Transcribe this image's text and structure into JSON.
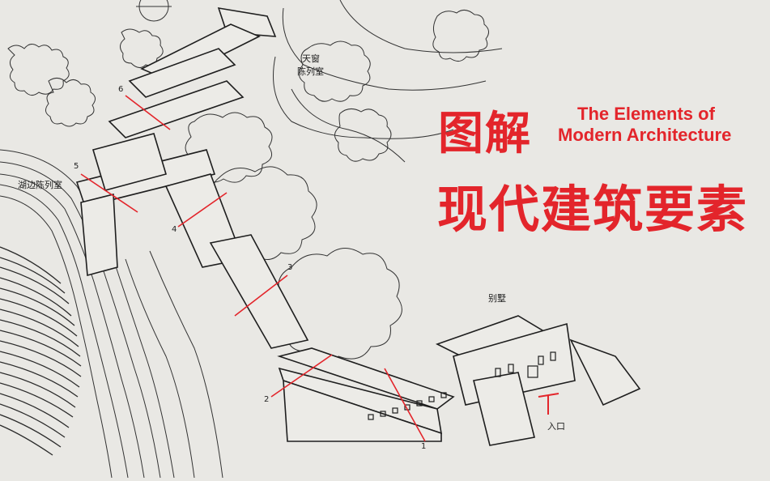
{
  "cover": {
    "title_cn_line1": "图解",
    "title_cn_line2": "现代建筑要素",
    "title_en_line1": "The Elements of",
    "title_en_line2": "Modern Architecture"
  },
  "drawing": {
    "labels": {
      "skylight": "天窗",
      "gallery": "陈列室",
      "lakeside_gallery": "湖边陈列室",
      "villa": "别墅",
      "entrance": "入口"
    },
    "numbers": [
      "1",
      "2",
      "3",
      "4",
      "5",
      "6"
    ]
  },
  "colors": {
    "accent": "#e3252b",
    "paper": "#e9e8e4",
    "ink": "#222222"
  }
}
